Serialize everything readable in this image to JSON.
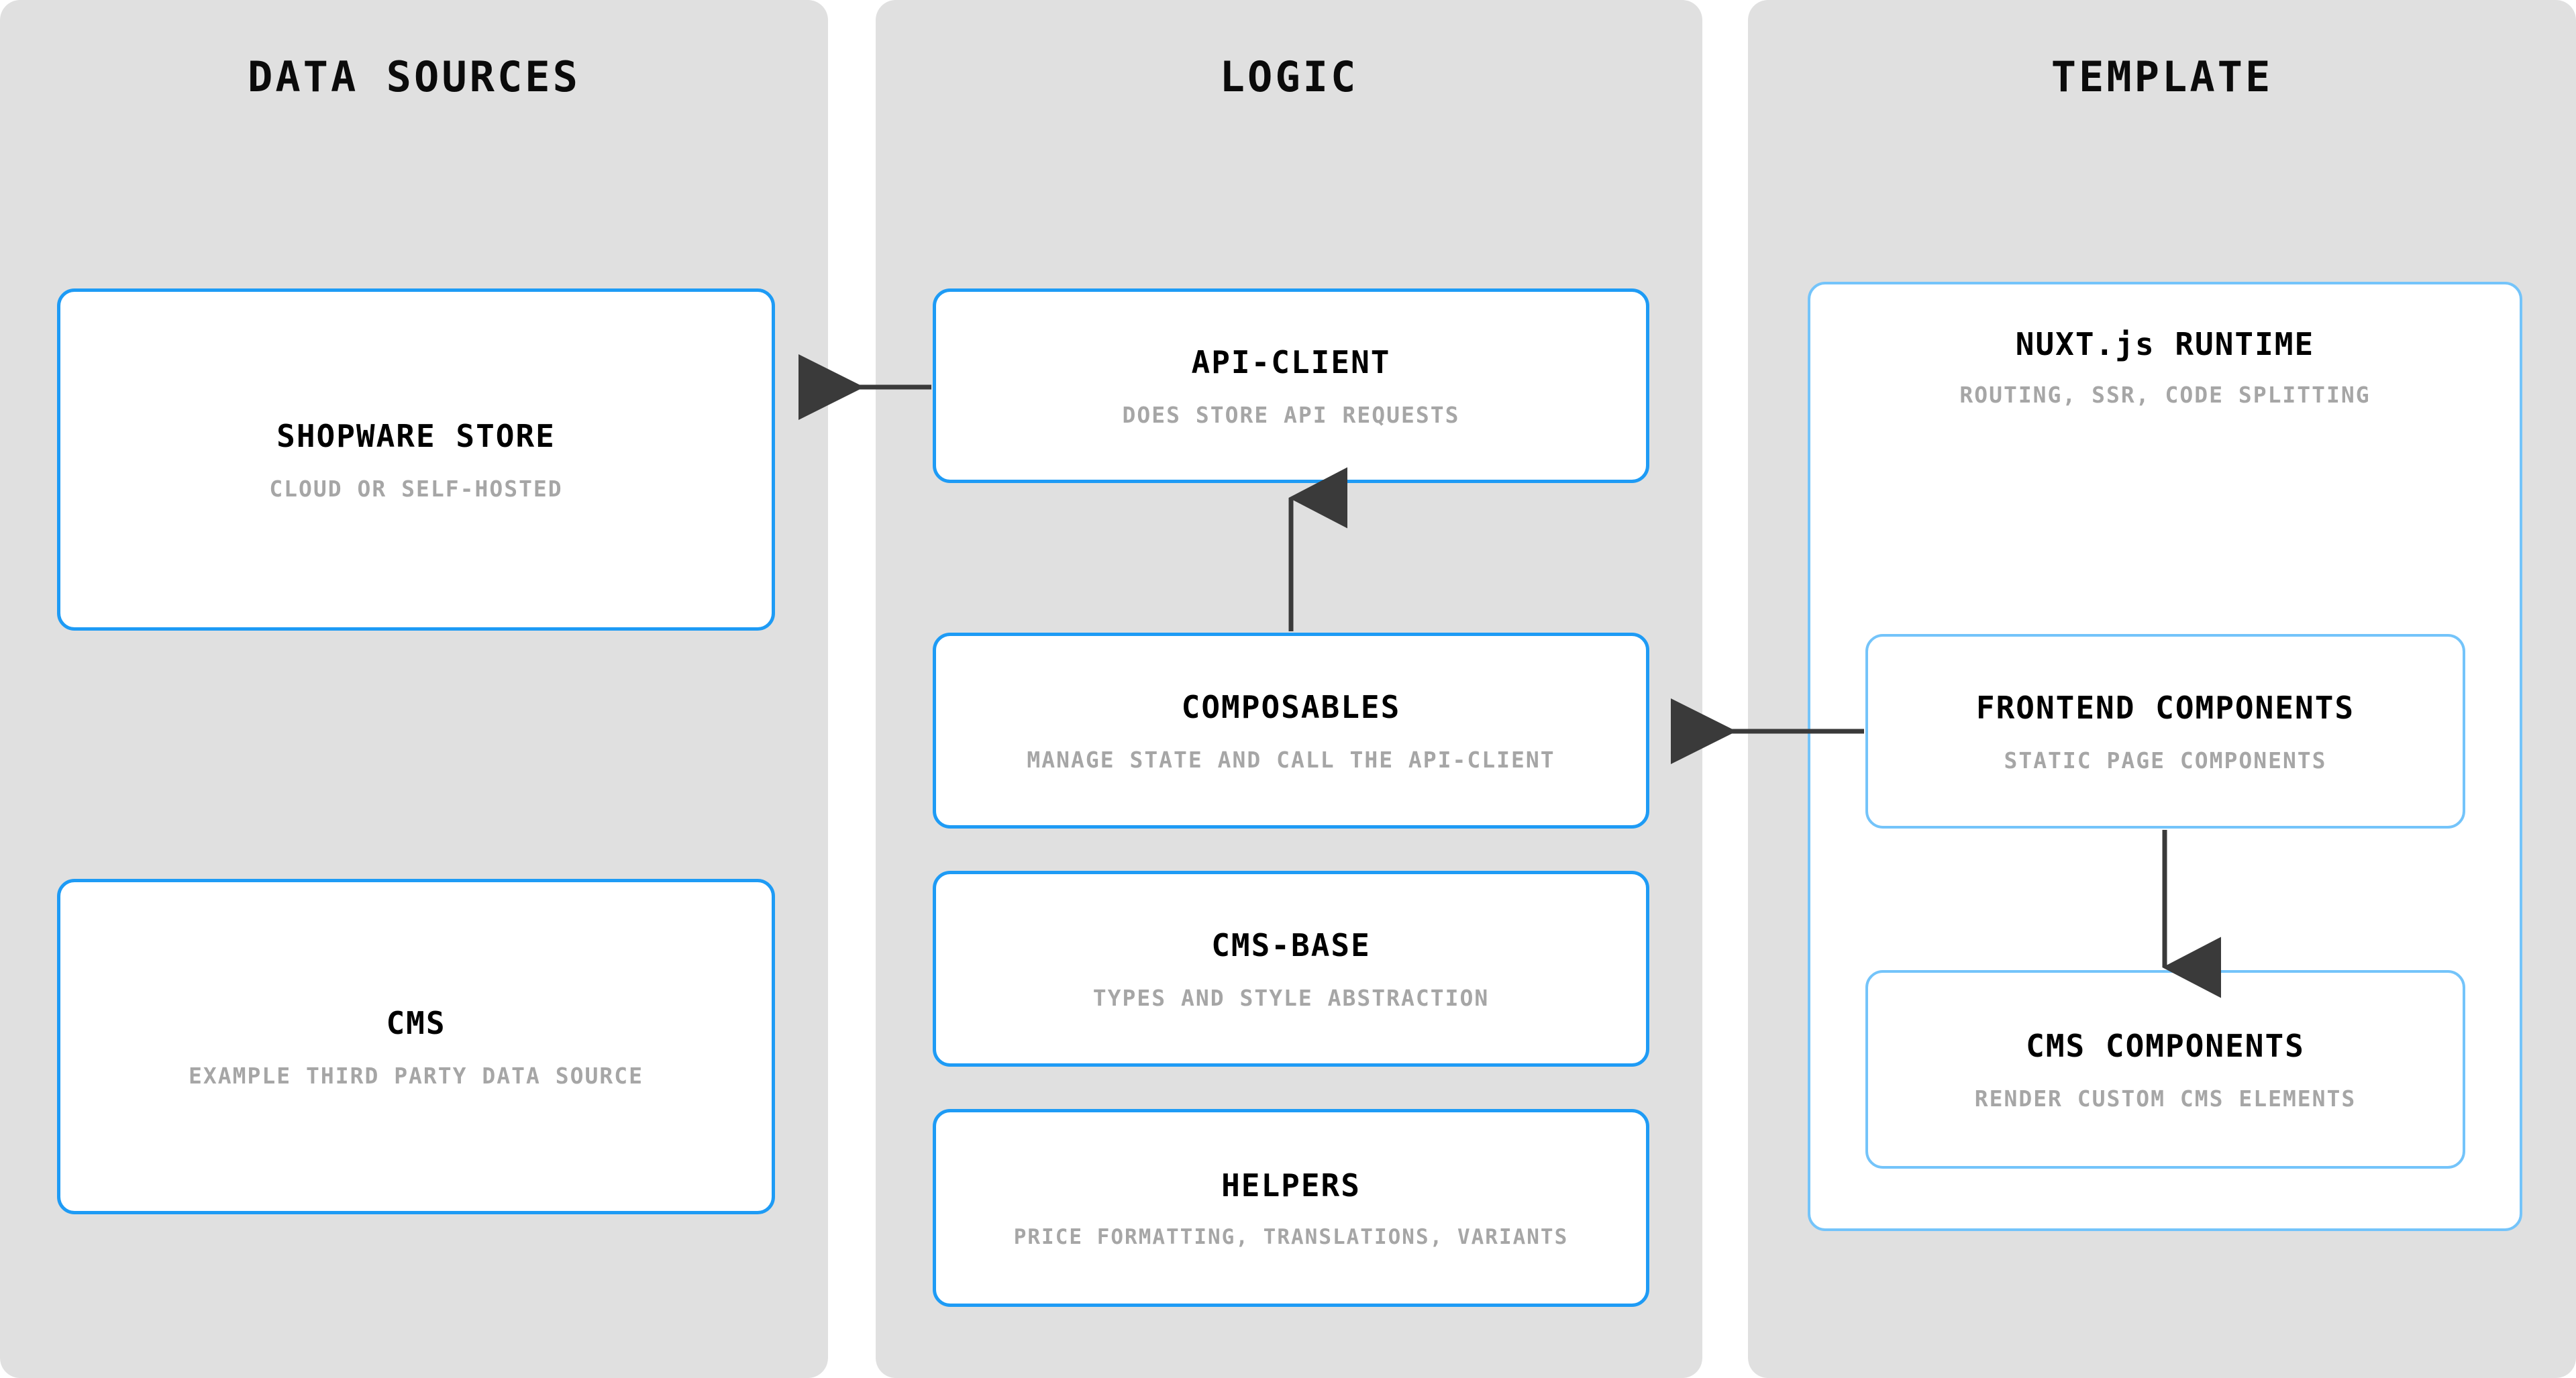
{
  "diagram": {
    "type": "architecture-flow",
    "background_color": "#ffffff",
    "panel_color": "#e0e0e0",
    "card_border_color": "#1e9bf5",
    "card_border_color_light": "#74c4fa",
    "arrow_color": "#3a3a3a",
    "title_color": "#000000",
    "subtitle_color": "#a6a6a6"
  },
  "columns": [
    {
      "id": "data-sources",
      "title": "DATA SOURCES",
      "cards": [
        {
          "id": "shopware-store",
          "title": "SHOPWARE STORE",
          "subtitle": "CLOUD OR SELF-HOSTED"
        },
        {
          "id": "cms",
          "title": "CMS",
          "subtitle": "EXAMPLE THIRD PARTY DATA SOURCE"
        }
      ]
    },
    {
      "id": "logic",
      "title": "LOGIC",
      "cards": [
        {
          "id": "api-client",
          "title": "API-CLIENT",
          "subtitle": "DOES STORE API REQUESTS"
        },
        {
          "id": "composables",
          "title": "COMPOSABLES",
          "subtitle": "MANAGE STATE AND CALL THE API-CLIENT"
        },
        {
          "id": "cms-base",
          "title": "CMS-BASE",
          "subtitle": "TYPES AND STYLE ABSTRACTION"
        },
        {
          "id": "helpers",
          "title": "HELPERS",
          "subtitle": "PRICE FORMATTING, TRANSLATIONS, VARIANTS"
        }
      ]
    },
    {
      "id": "template",
      "title": "TEMPLATE",
      "cards": [
        {
          "id": "nuxt-runtime",
          "title": "NUXT.js RUNTIME",
          "subtitle": "ROUTING, SSR, CODE SPLITTING",
          "children": [
            {
              "id": "frontend-components",
              "title": "FRONTEND COMPONENTS",
              "subtitle": "STATIC PAGE COMPONENTS"
            },
            {
              "id": "cms-components",
              "title": "CMS COMPONENTS",
              "subtitle": "RENDER CUSTOM CMS ELEMENTS"
            }
          ]
        }
      ]
    }
  ],
  "connections": [
    {
      "id": "api-client-to-shopware-store",
      "from": "api-client",
      "to": "shopware-store",
      "direction": "left"
    },
    {
      "id": "composables-to-api-client",
      "from": "composables",
      "to": "api-client",
      "direction": "up"
    },
    {
      "id": "frontend-components-to-composables",
      "from": "frontend-components",
      "to": "composables",
      "direction": "left"
    },
    {
      "id": "frontend-components-to-cms-components",
      "from": "frontend-components",
      "to": "cms-components",
      "direction": "down"
    }
  ]
}
